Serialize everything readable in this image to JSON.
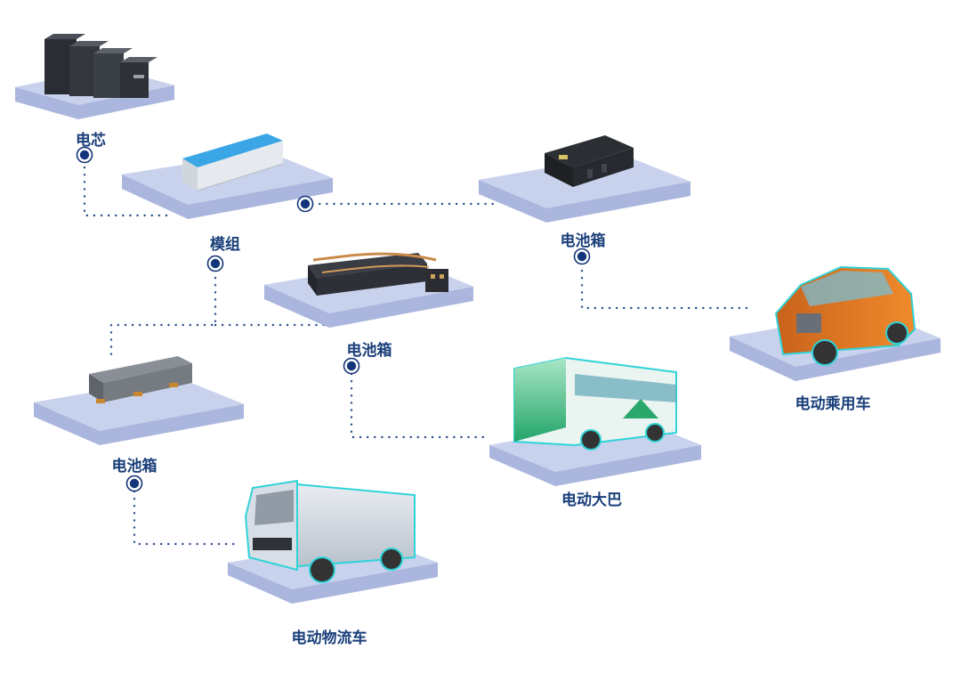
{
  "nodes": [
    {
      "id": "cell",
      "label": "电芯"
    },
    {
      "id": "module",
      "label": "模组"
    },
    {
      "id": "pack-1",
      "label": "电池箱"
    },
    {
      "id": "pack-2",
      "label": "电池箱"
    },
    {
      "id": "pack-3",
      "label": "电池箱"
    },
    {
      "id": "passenger-car",
      "label": "电动乘用车"
    },
    {
      "id": "bus",
      "label": "电动大巴"
    },
    {
      "id": "logistics-truck",
      "label": "电动物流车"
    }
  ],
  "edges": [
    {
      "from": "cell",
      "to": "module"
    },
    {
      "from": "module",
      "to": "pack-1"
    },
    {
      "from": "module",
      "to": "pack-2"
    },
    {
      "from": "module",
      "to": "pack-3"
    },
    {
      "from": "pack-1",
      "to": "passenger-car"
    },
    {
      "from": "pack-2",
      "to": "bus"
    },
    {
      "from": "pack-3",
      "to": "logistics-truck"
    }
  ],
  "colors": {
    "platform_top": "#c9d2ec",
    "platform_side": "#aab6dd",
    "label": "#1a3f7a",
    "dot": "#13357a",
    "connector": "#2b4d8a",
    "vehicle_outline": "#2fd3d8",
    "battery_blue": "#3aa6e6"
  }
}
